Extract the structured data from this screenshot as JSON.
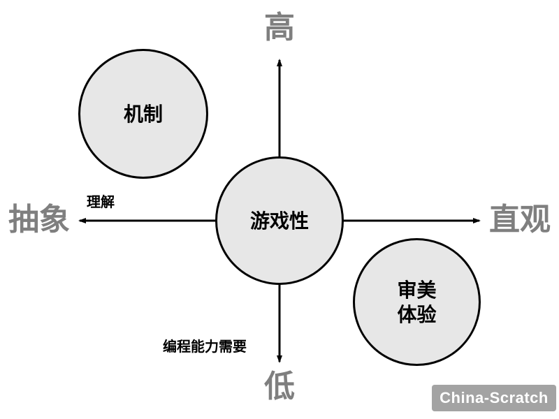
{
  "axes": {
    "top_label": "高",
    "bottom_label": "低",
    "left_label": "抽象",
    "right_label": "直观"
  },
  "center": {
    "label": "游戏性"
  },
  "bubbles": {
    "top_left": {
      "label": "机制"
    },
    "bottom_right": {
      "line1": "审美",
      "line2": "体验"
    }
  },
  "annotations": {
    "left_axis_note": "理解",
    "bottom_axis_note": "编程能力需要"
  },
  "watermark": {
    "text": "China-Scratch"
  },
  "colors": {
    "axis_label": "#7f7f7f",
    "bubble_fill": "#e7e7e7",
    "line": "#000000",
    "watermark_bg": "#a3a3a3",
    "watermark_text": "#ffffff"
  }
}
